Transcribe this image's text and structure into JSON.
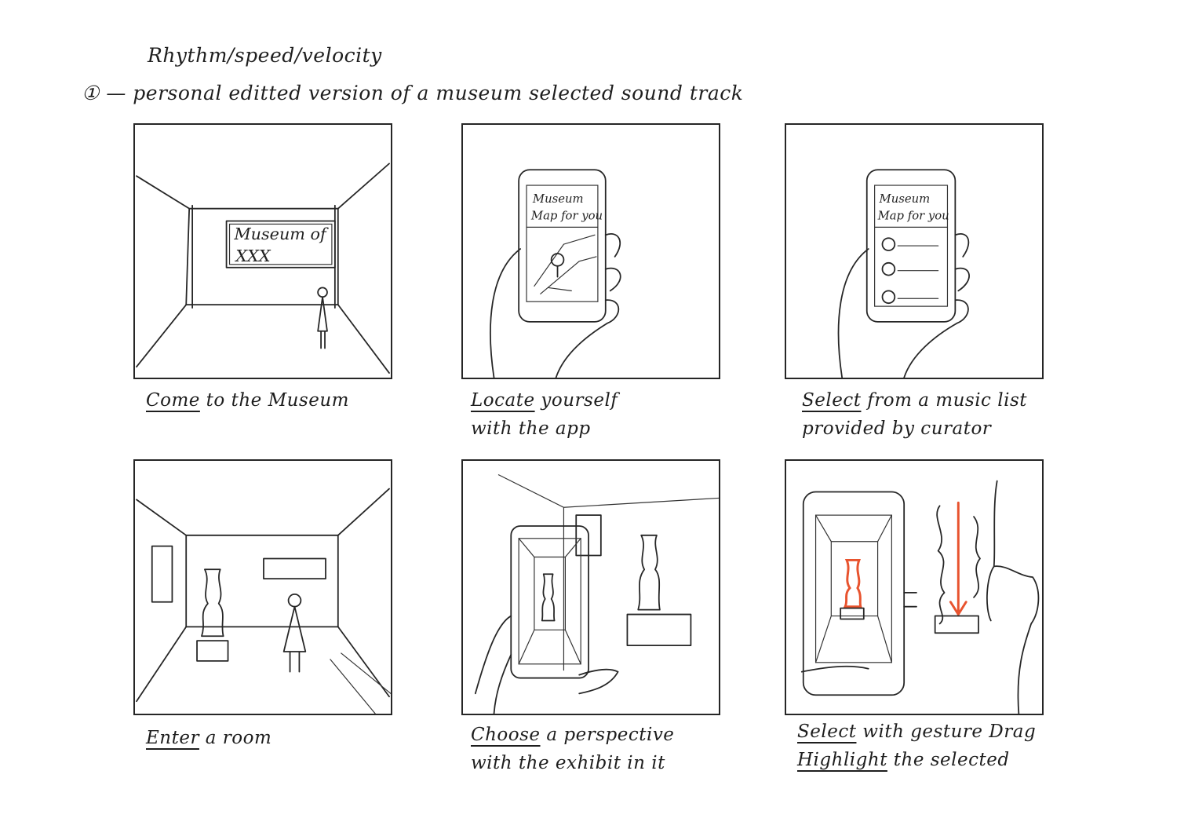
{
  "header": {
    "rhythm": "Rhythm/speed/velocity",
    "concept": "① — personal editted version of a museum selected sound track"
  },
  "panels": [
    {
      "sign_line1": "Museum of",
      "sign_line2": "XXX",
      "caption_underlined": "Come",
      "caption_rest": " to the Museum",
      "caption_line2": ""
    },
    {
      "screen_line1": "Museum",
      "screen_line2": "Map for you",
      "caption_underlined": "Locate",
      "caption_rest": " yourself",
      "caption_line2": "with the app"
    },
    {
      "screen_line1": "Museum",
      "screen_line2": "Map for you",
      "caption_underlined": "Select",
      "caption_rest": " from a music list",
      "caption_line2": "provided by curator"
    },
    {
      "caption_underlined": "Enter",
      "caption_rest": " a room",
      "caption_line2": ""
    },
    {
      "caption_underlined": "Choose",
      "caption_rest": " a perspective",
      "caption_line2": "with the exhibit in it"
    },
    {
      "caption_underlined": "Select",
      "caption_rest": " with gesture Drag",
      "caption_line2_underlined": "Highlight",
      "caption_line2": " the selected"
    }
  ],
  "colors": {
    "ink": "#262626",
    "highlight": "#e8532e"
  }
}
